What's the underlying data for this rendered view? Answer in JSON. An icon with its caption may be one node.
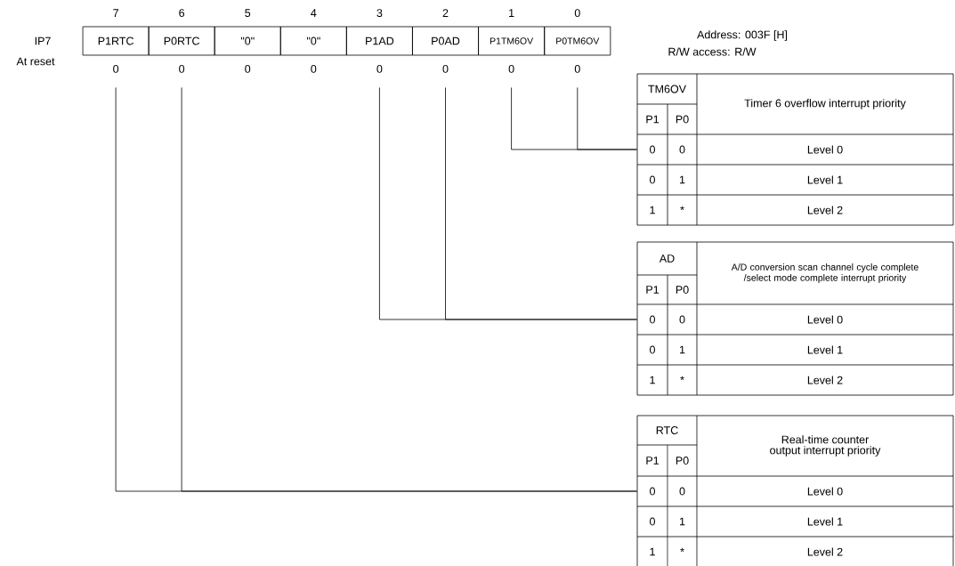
{
  "diagram": {
    "nodes": [
      {
        "text": [
          "P1RTC"
        ],
        "beside": [
          "7",
          "0"
        ]
      },
      {
        "text": [
          "P0RTC"
        ],
        "beside": [
          "6",
          "0"
        ]
      },
      {
        "text": [
          "\"0\""
        ],
        "beside": [
          "5",
          "0"
        ]
      },
      {
        "text": [
          "\"0\""
        ],
        "beside": [
          "4",
          "0"
        ]
      },
      {
        "text": [
          "P1AD"
        ],
        "beside": [
          "3",
          "0"
        ]
      },
      {
        "text": [
          "P0AD"
        ],
        "beside": [
          "2",
          "0"
        ]
      },
      {
        "text": [
          "P1TM6OV"
        ],
        "beside": [
          "1",
          "0"
        ]
      },
      {
        "text": [
          "P0TM6OV"
        ],
        "beside": [
          "0",
          "0"
        ]
      },
      {
        "text": [
          "TM6OV",
          "Timer 6 overflow interrupt priority",
          "P1",
          "P0",
          "0",
          "0",
          "Level 0",
          "0",
          "1",
          "Level 1",
          "1",
          "*",
          "Level 2"
        ]
      },
      {
        "text": [
          "AD",
          "A/D conversion scan channel cycle complete /select mode complete interrupt priority",
          "P1",
          "P0",
          "0",
          "0",
          "Level 0",
          "0",
          "1",
          "Level 1",
          "1",
          "*",
          "Level 2"
        ]
      },
      {
        "text": [
          "RTC",
          "Real-time counter output interrupt priority",
          "P1",
          "P0",
          "0",
          "0",
          "Level 0",
          "0",
          "1",
          "Level 1",
          "1",
          "*",
          "Level 2"
        ]
      }
    ],
    "edges": [
      {
        "from": 6,
        "to": 8,
        "arrow": "none"
      },
      {
        "from": 7,
        "to": 8,
        "arrow": "none"
      },
      {
        "from": 4,
        "to": 9,
        "arrow": "none"
      },
      {
        "from": 5,
        "to": 9,
        "arrow": "none"
      },
      {
        "from": 0,
        "to": 10,
        "arrow": "none"
      },
      {
        "from": 1,
        "to": 10,
        "arrow": "none"
      }
    ],
    "labels": [
      "IP7",
      "At reset",
      "Address: 003F [H]",
      "R/W access: R/W"
    ]
  }
}
